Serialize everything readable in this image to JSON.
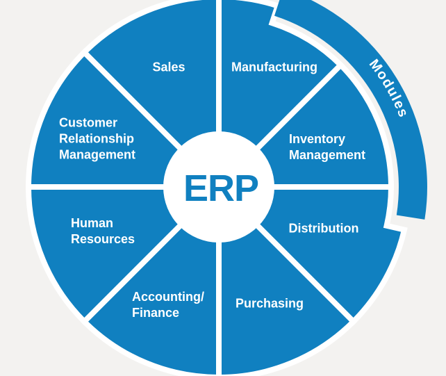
{
  "diagram": {
    "center_label": "ERP",
    "ring_label": "Modules",
    "segments": [
      {
        "label": "Manufacturing",
        "lines": [
          "Manufacturing"
        ]
      },
      {
        "label": "Inventory Management",
        "lines": [
          "Inventory",
          "Management"
        ]
      },
      {
        "label": "Distribution",
        "lines": [
          "Distribution"
        ]
      },
      {
        "label": "Purchasing",
        "lines": [
          "Purchasing"
        ]
      },
      {
        "label": "Accounting/Finance",
        "lines": [
          "Accounting/",
          "Finance"
        ]
      },
      {
        "label": "Human Resources",
        "lines": [
          "Human",
          "Resources"
        ]
      },
      {
        "label": "Customer Relationship Management",
        "lines": [
          "Customer",
          "Relationship",
          "Management"
        ]
      },
      {
        "label": "Sales",
        "lines": [
          "Sales"
        ]
      }
    ],
    "colors": {
      "wheel_blue": "#1080c0",
      "background": "#f3f2f0",
      "label_text": "#ffffff"
    }
  }
}
